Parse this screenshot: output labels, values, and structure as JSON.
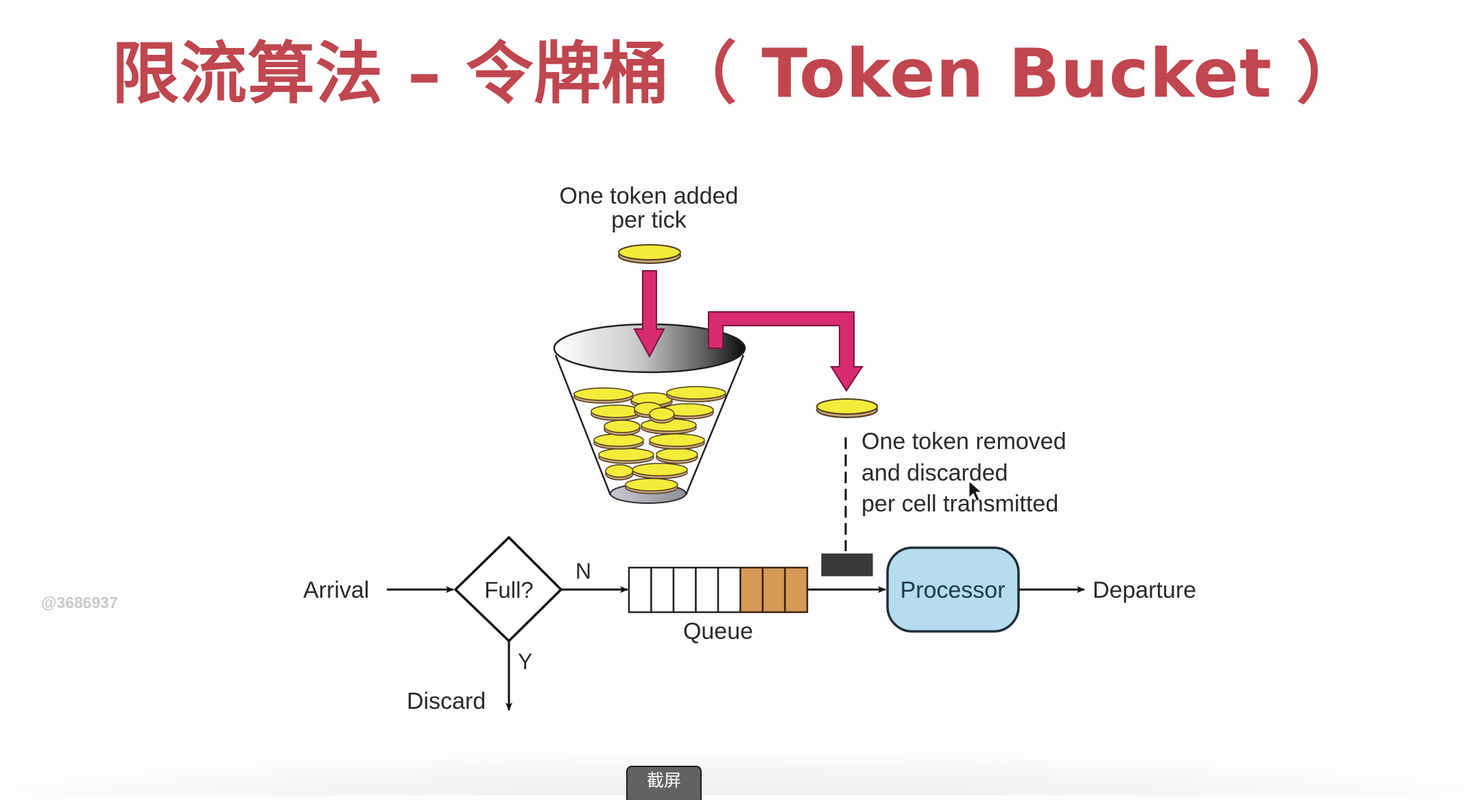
{
  "slide": {
    "title": "限流算法 – 令牌桶（ Token Bucket ）",
    "title_color": "#c0464f"
  },
  "diagram": {
    "token_added_label": [
      "One token added",
      "per tick"
    ],
    "token_removed_label": [
      "One token removed",
      "and discarded",
      "per cell transmitted"
    ],
    "arrival_label": "Arrival",
    "decision_label": "Full?",
    "no_label": "N",
    "yes_label": "Y",
    "discard_label": "Discard",
    "queue_label": "Queue",
    "queue": {
      "total_cells": 8,
      "filled_cells": 3
    },
    "processor_label": "Processor",
    "departure_label": "Departure",
    "bucket_token_count": 16,
    "colors": {
      "token_fill": "#f4ec3a",
      "arrow_pink": "#d92b6f",
      "queue_filled": "#d49a56",
      "processor_fill": "#b5dcef"
    }
  },
  "watermark": "@3686937",
  "screenshot_button_label": "截屏"
}
